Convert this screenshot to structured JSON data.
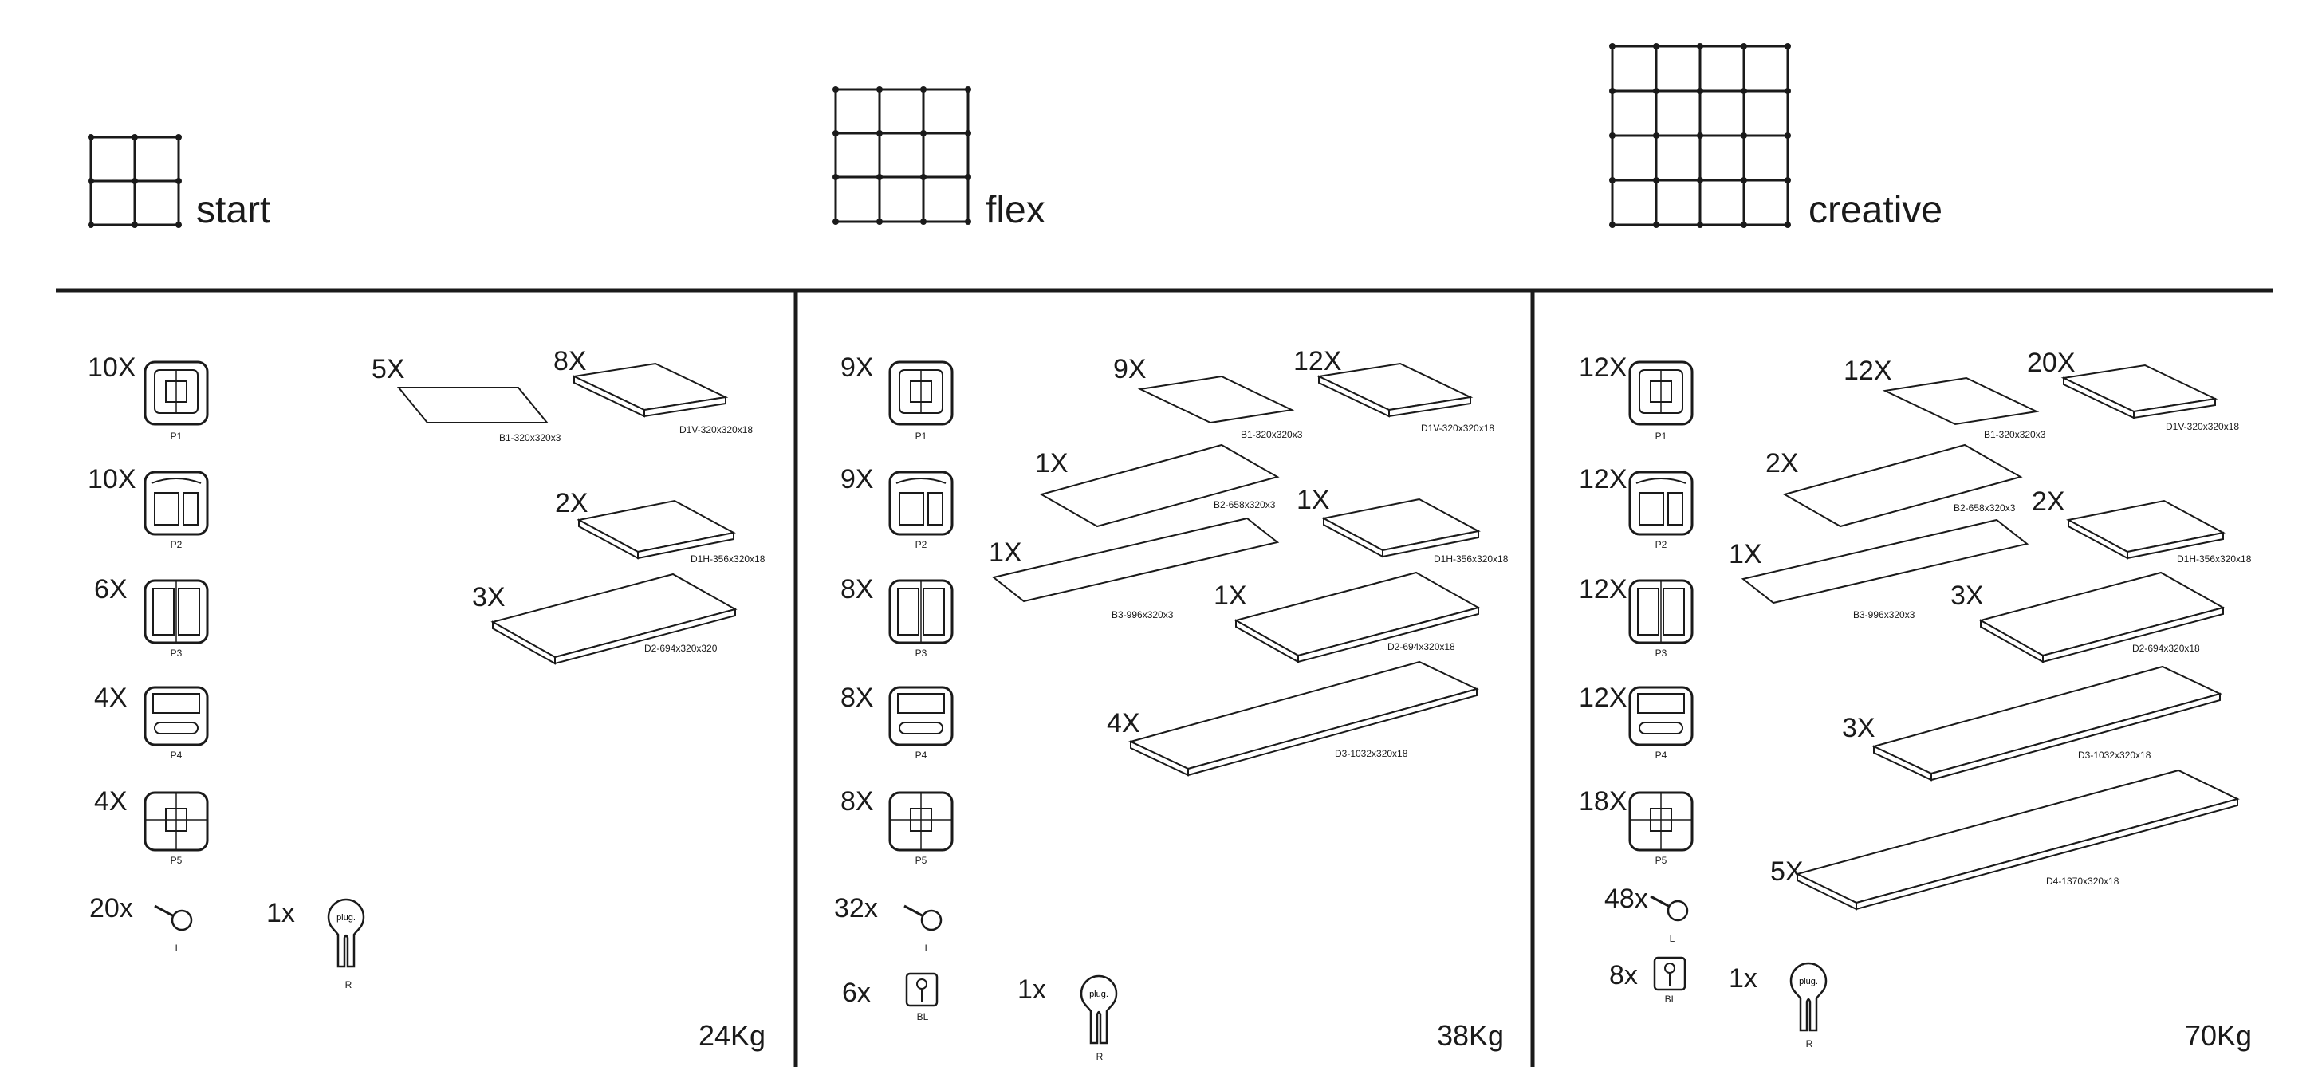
{
  "systems": [
    {
      "grid": {
        "cols": 2,
        "rows": 2
      },
      "title": "start",
      "connectors": [
        {
          "qty": "10X",
          "label": "P1"
        },
        {
          "qty": "10X",
          "label": "P2"
        },
        {
          "qty": "6X",
          "label": "P3"
        },
        {
          "qty": "4X",
          "label": "P4"
        },
        {
          "qty": "4X",
          "label": "P5"
        }
      ],
      "pins": {
        "qty": "20x",
        "label": "L"
      },
      "blocks": null,
      "tool": {
        "qty": "1x",
        "label": "R"
      },
      "boards": [
        {
          "qty": "5X",
          "code": "B1-320x320x3"
        },
        {
          "qty": "8X",
          "code": "D1V-320x320x18"
        },
        {
          "qty": "2X",
          "code": "D1H-356x320x18"
        },
        {
          "qty": "3X",
          "code": "D2-694x320x320"
        }
      ],
      "weight": "24Kg"
    },
    {
      "grid": {
        "cols": 3,
        "rows": 3
      },
      "title": "flex",
      "connectors": [
        {
          "qty": "9X",
          "label": "P1"
        },
        {
          "qty": "9X",
          "label": "P2"
        },
        {
          "qty": "8X",
          "label": "P3"
        },
        {
          "qty": "8X",
          "label": "P4"
        },
        {
          "qty": "8X",
          "label": "P5"
        }
      ],
      "pins": {
        "qty": "32x",
        "label": "L"
      },
      "blocks": {
        "qty": "6x",
        "label": "BL"
      },
      "tool": {
        "qty": "1x",
        "label": "R"
      },
      "boards": [
        {
          "qty": "9X",
          "code": "B1-320x320x3"
        },
        {
          "qty": "12X",
          "code": "D1V-320x320x18"
        },
        {
          "qty": "1X",
          "code": "B2-658x320x3"
        },
        {
          "qty": "1X",
          "code": "D1H-356x320x18"
        },
        {
          "qty": "1X",
          "code": "B3-996x320x3"
        },
        {
          "qty": "1X",
          "code": "D2-694x320x18"
        },
        {
          "qty": "4X",
          "code": "D3-1032x320x18"
        }
      ],
      "weight": "38Kg"
    },
    {
      "grid": {
        "cols": 4,
        "rows": 4
      },
      "title": "creative",
      "connectors": [
        {
          "qty": "12X",
          "label": "P1"
        },
        {
          "qty": "12X",
          "label": "P2"
        },
        {
          "qty": "12X",
          "label": "P3"
        },
        {
          "qty": "12X",
          "label": "P4"
        },
        {
          "qty": "18X",
          "label": "P5"
        }
      ],
      "pins": {
        "qty": "48x",
        "label": "L"
      },
      "blocks": {
        "qty": "8x",
        "label": "BL"
      },
      "tool": {
        "qty": "1x",
        "label": "R"
      },
      "boards": [
        {
          "qty": "12X",
          "code": "B1-320x320x3"
        },
        {
          "qty": "20X",
          "code": "D1V-320x320x18"
        },
        {
          "qty": "2X",
          "code": "B2-658x320x3"
        },
        {
          "qty": "2X",
          "code": "D1H-356x320x18"
        },
        {
          "qty": "1X",
          "code": "B3-996x320x3"
        },
        {
          "qty": "3X",
          "code": "D2-694x320x18"
        },
        {
          "qty": "3X",
          "code": "D3-1032x320x18"
        },
        {
          "qty": "5X",
          "code": "D4-1370x320x18"
        }
      ],
      "weight": "70Kg"
    }
  ],
  "tool_logo_text": "plug."
}
